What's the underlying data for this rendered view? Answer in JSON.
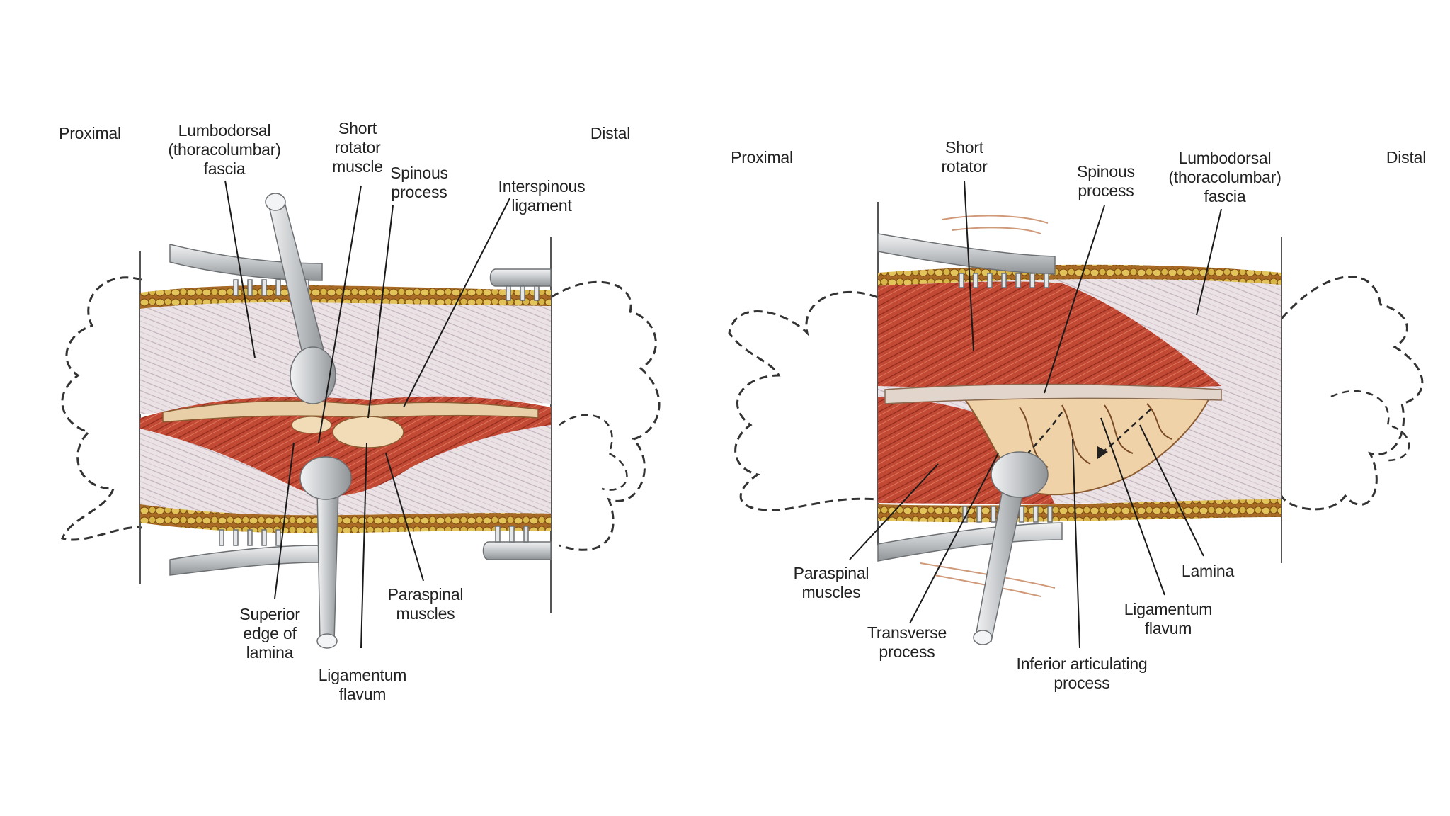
{
  "figures": [
    {
      "id": "left",
      "labels": {
        "proximal": "Proximal",
        "distal": "Distal",
        "lumbodorsal": "Lumbodorsal\n(thoracolumbar)\nfascia",
        "short_rotator": "Short\nrotator\nmuscle",
        "spinous": "Spinous\nprocess",
        "interspinous": "Interspinous\nligament",
        "superior_edge": "Superior\nedge of\nlamina",
        "ligamentum": "Ligamentum\nflavum",
        "paraspinal": "Paraspinal\nmuscles"
      }
    },
    {
      "id": "right",
      "labels": {
        "proximal": "Proximal",
        "distal": "Distal",
        "short_rotator": "Short\nrotator",
        "spinous": "Spinous\nprocess",
        "lumbodorsal": "Lumbodorsal\n(thoracolumbar)\nfascia",
        "paraspinal": "Paraspinal\nmuscles",
        "transverse": "Transverse\nprocess",
        "inferior_articulating": "Inferior articulating\nprocess",
        "ligamentum": "Ligamentum\nflavum",
        "lamina": "Lamina"
      }
    }
  ],
  "colors": {
    "fascia": "#e9dfe3",
    "muscle": "#c24a35",
    "fat": "#d8b547",
    "bone": "#f0d2a8",
    "retractor": "#c9cbcd"
  }
}
